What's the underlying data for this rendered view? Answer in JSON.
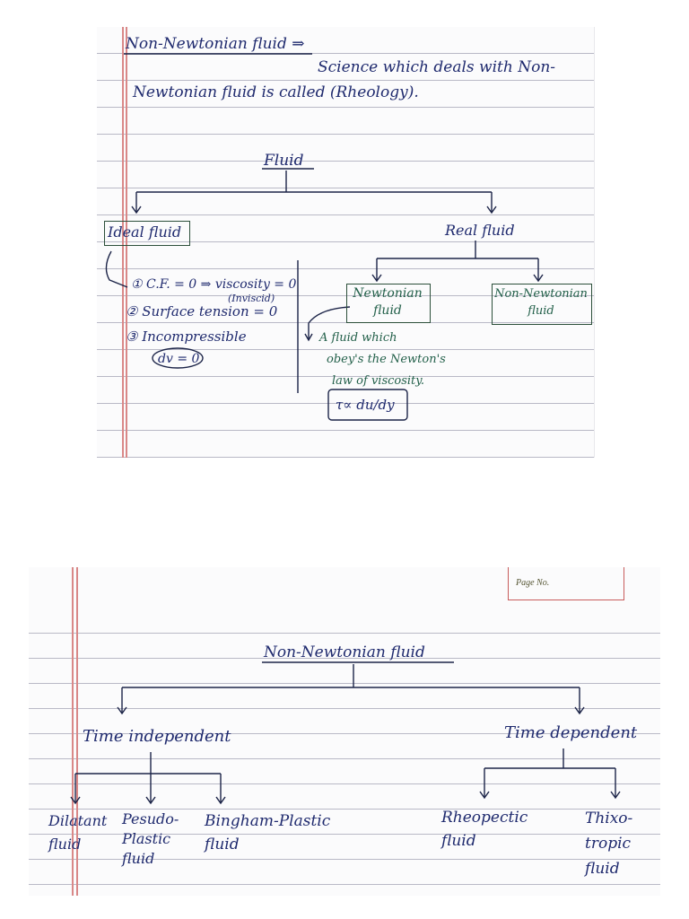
{
  "page1": {
    "heading": "Non-Newtonian fluid ⇒",
    "definition_line1": "Science which deals with Non-",
    "definition_line2": "Newtonian fluid is called (Rheology).",
    "root": "Fluid",
    "ideal_fluid": {
      "label": "Ideal fluid",
      "properties": [
        "① C.F. = 0 ⇒ viscosity = 0",
        "(Inviscid)",
        "② Surface tension = 0",
        "③ Incompressible",
        "dv = 0"
      ]
    },
    "real_fluid": {
      "label": "Real fluid",
      "newtonian": "Newtonian fluid",
      "non_newtonian": "Non-Newtonian fluid",
      "newtonian_note": [
        "A fluid which",
        "obey's the Newton's",
        "law of viscosity."
      ],
      "formula": "τ∝ du/dy"
    }
  },
  "page2": {
    "page_no_label": "Page No.",
    "root": "Non-Newtonian fluid",
    "time_independent": {
      "label": "Time independent",
      "children": [
        "Dilatant fluid",
        "Pesudo-Plastic fluid",
        "Bingham-Plastic fluid"
      ]
    },
    "time_dependent": {
      "label": "Time dependent",
      "children": [
        "Rheopectic fluid",
        "Thixo-tropic fluid"
      ]
    }
  }
}
